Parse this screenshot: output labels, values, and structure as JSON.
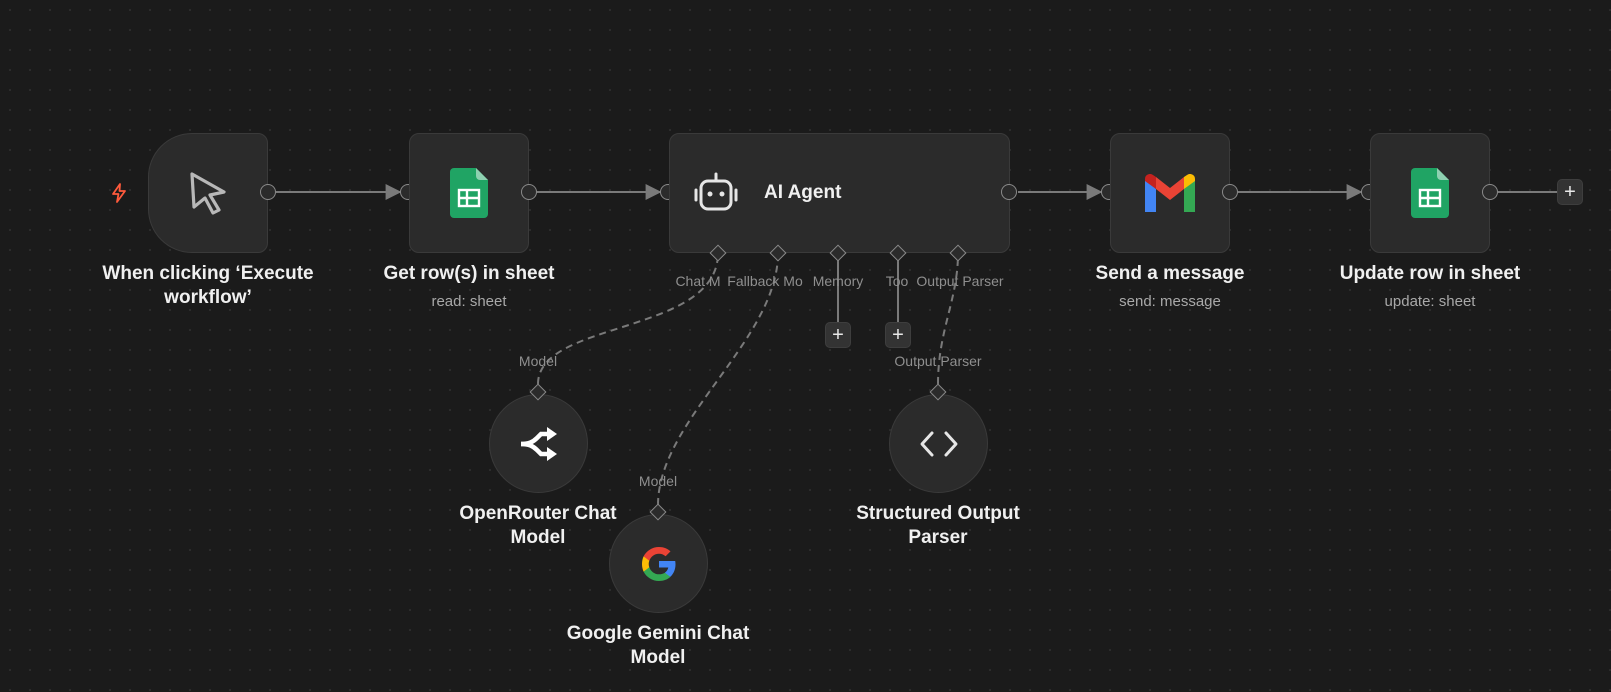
{
  "colors": {
    "background": "#1b1b1b",
    "node_fill": "#2b2b2b",
    "connection": "#7a7a7a",
    "trigger_bolt": "#ff5a3c",
    "sheets_green": "#20a464",
    "gmail_red": "#ea4335"
  },
  "nodes": {
    "trigger": {
      "icon": "cursor-icon",
      "title_line1": "When clicking ‘Execute",
      "title_line2": "workflow’"
    },
    "get_rows": {
      "icon": "google-sheets-icon",
      "title": "Get row(s) in sheet",
      "subtitle": "read: sheet"
    },
    "ai_agent": {
      "icon": "robot-icon",
      "title": "AI Agent",
      "ports": {
        "chat_model": "Chat M",
        "fallback_model": "Fallback Mo",
        "memory": "Memory",
        "tool": "Too",
        "output_parser": "Output Parser"
      }
    },
    "send_message": {
      "icon": "gmail-icon",
      "title": "Send a message",
      "subtitle": "send: message"
    },
    "update_row": {
      "icon": "google-sheets-icon",
      "title": "Update row in sheet",
      "subtitle": "update: sheet"
    },
    "openrouter": {
      "icon": "openrouter-icon",
      "port_label": "Model",
      "title_line1": "OpenRouter Chat",
      "title_line2": "Model"
    },
    "gemini": {
      "icon": "google-icon",
      "port_label": "Model",
      "title_line1": "Google Gemini Chat",
      "title_line2": "Model"
    },
    "output_parser": {
      "icon": "code-brackets-icon",
      "port_label": "Output Parser",
      "title_line1": "Structured Output",
      "title_line2": "Parser"
    }
  },
  "add_button_label": "+"
}
